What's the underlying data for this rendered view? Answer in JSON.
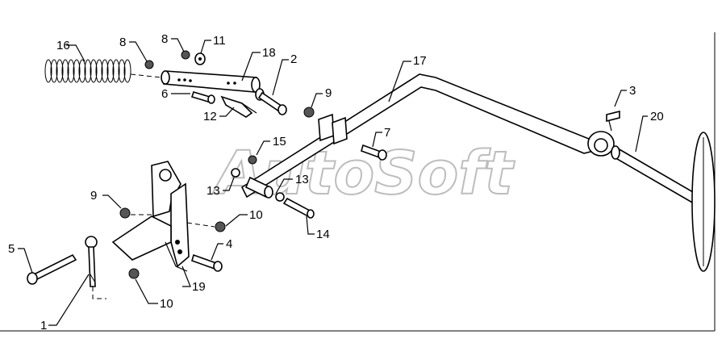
{
  "watermark": "AutoSoft",
  "callouts": {
    "c1": "1",
    "c2": "2",
    "c3": "3",
    "c4": "4",
    "c5": "5",
    "c6": "6",
    "c7": "7",
    "c8a": "8",
    "c8b": "8",
    "c9a": "9",
    "c9b": "9",
    "c10a": "10",
    "c10b": "10",
    "c11": "11",
    "c12": "12",
    "c13a": "13",
    "c13b": "13",
    "c14": "14",
    "c15": "15",
    "c16": "16",
    "c17": "17",
    "c18": "18",
    "c19": "19",
    "c20": "20"
  }
}
